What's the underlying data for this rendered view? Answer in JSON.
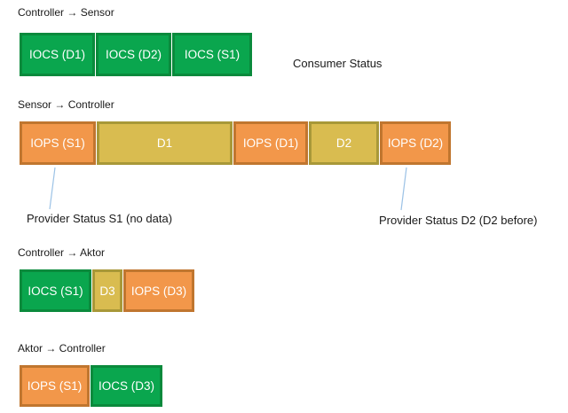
{
  "colors": {
    "green_fill": "#0AA64E",
    "green_border": "#0A8A3C",
    "orange_fill": "#F2974A",
    "orange_border": "#C0762F",
    "gold_fill": "#D9BC50",
    "gold_border": "#A89838",
    "leader_line": "#9DC3E6",
    "label_text": "#1a1a1a",
    "block_text": "#FFFFFF"
  },
  "sections": [
    {
      "label": "Controller → Sensor",
      "blocks": [
        {
          "label": "IOCS (D1)",
          "color": "green"
        },
        {
          "label": "IOCS (D2)",
          "color": "green"
        },
        {
          "label": "IOCS (S1)",
          "color": "green"
        }
      ]
    },
    {
      "label": "Sensor → Controller",
      "blocks": [
        {
          "label": "IOPS (S1)",
          "color": "orange"
        },
        {
          "label": "D1",
          "color": "gold"
        },
        {
          "label": "IOPS (D1)",
          "color": "orange"
        },
        {
          "label": "D2",
          "color": "gold"
        },
        {
          "label": "IOPS (D2)",
          "color": "orange"
        }
      ]
    },
    {
      "label": "Controller → Aktor",
      "blocks": [
        {
          "label": "IOCS (S1)",
          "color": "green"
        },
        {
          "label": "D3",
          "color": "gold"
        },
        {
          "label": "IOPS (D3)",
          "color": "orange"
        }
      ]
    },
    {
      "label": "Aktor → Controller",
      "blocks": [
        {
          "label": "IOPS (S1)",
          "color": "orange"
        },
        {
          "label": "IOCS (D3)",
          "color": "green"
        }
      ]
    }
  ],
  "annotations": {
    "consumer_status": "Consumer Status",
    "provider_status_s1": "Provider Status S1 (no data)",
    "provider_status_d2": "Provider Status D2 (D2 before)"
  }
}
